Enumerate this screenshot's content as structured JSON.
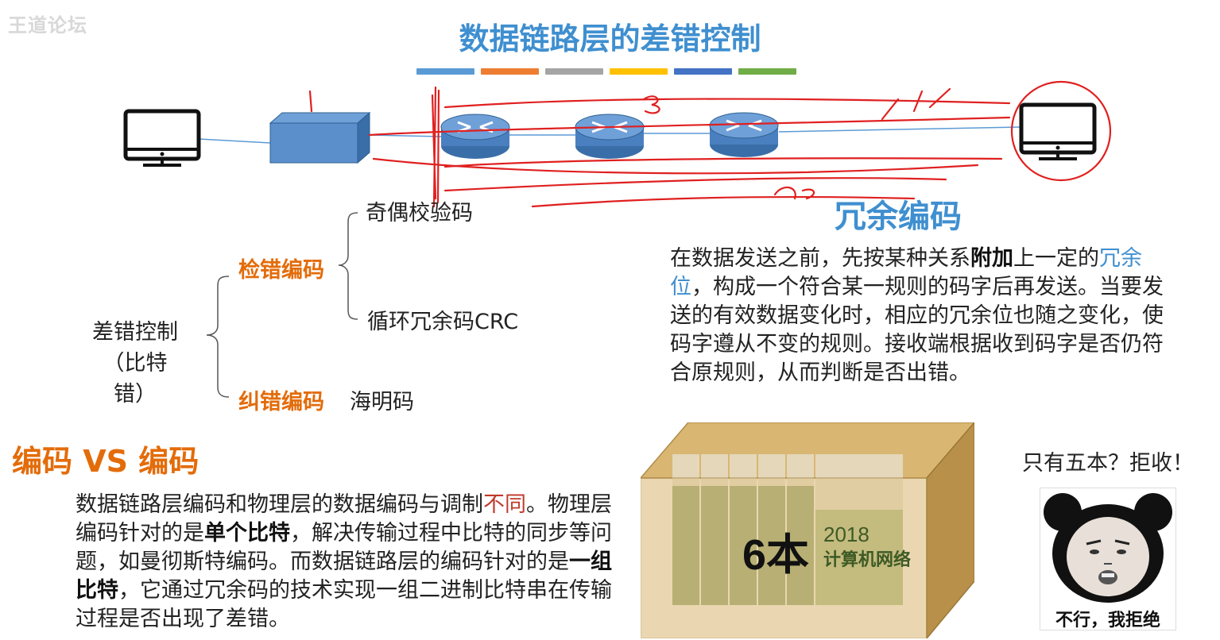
{
  "watermark": "王道论坛",
  "title": "数据链路层的差错控制",
  "color_bars": [
    "#5b9bd5",
    "#ed7d31",
    "#a5a5a5",
    "#ffc000",
    "#4472c4",
    "#70ad47"
  ],
  "network": {
    "devices": [
      "computer-left",
      "switch",
      "router-1",
      "router-2",
      "router-3",
      "computer-right"
    ]
  },
  "tree": {
    "root_line1": "差错控制",
    "root_line2": "（比特错）",
    "detect_label": "检错编码",
    "detect_items": [
      "奇偶校验码",
      "循环冗余码CRC"
    ],
    "correct_label": "纠错编码",
    "correct_item": "海明码"
  },
  "redundancy": {
    "title": "冗余编码",
    "p1": "在数据发送之前，先按某种关系",
    "p1_bold": "附加",
    "p2": "上一定的",
    "p2_blue": "冗余位",
    "p3": "，构成一个符合某一规则的码字后再发送。当要发送的有效数据变化时，相应的冗余位也随之变化，使码字遵从不变的规则。接收端根据收到码字是否仍符合原规则，从而判断是否出错。"
  },
  "coding": {
    "title": "编码 VS 编码",
    "s1": "数据链路层编码和物理层的数据编码与调制",
    "s1_red": "不同",
    "s2": "。物理层编码针对的是",
    "s2_bold": "单个比特",
    "s3": "，解决传输过程中比特的同步等问题，如曼彻斯特编码。而数据链路层的编码针对的是",
    "s3_bold": "一组比特",
    "s4": "，它通过冗余码的技术实现一组二进制比特串在传输过程是否出现了差错。"
  },
  "box": {
    "count_label": "6本",
    "book_year": "2018",
    "book_title": "计算机网络"
  },
  "meme": {
    "top_text": "只有五本？拒收！",
    "caption": "不行，我拒绝"
  }
}
